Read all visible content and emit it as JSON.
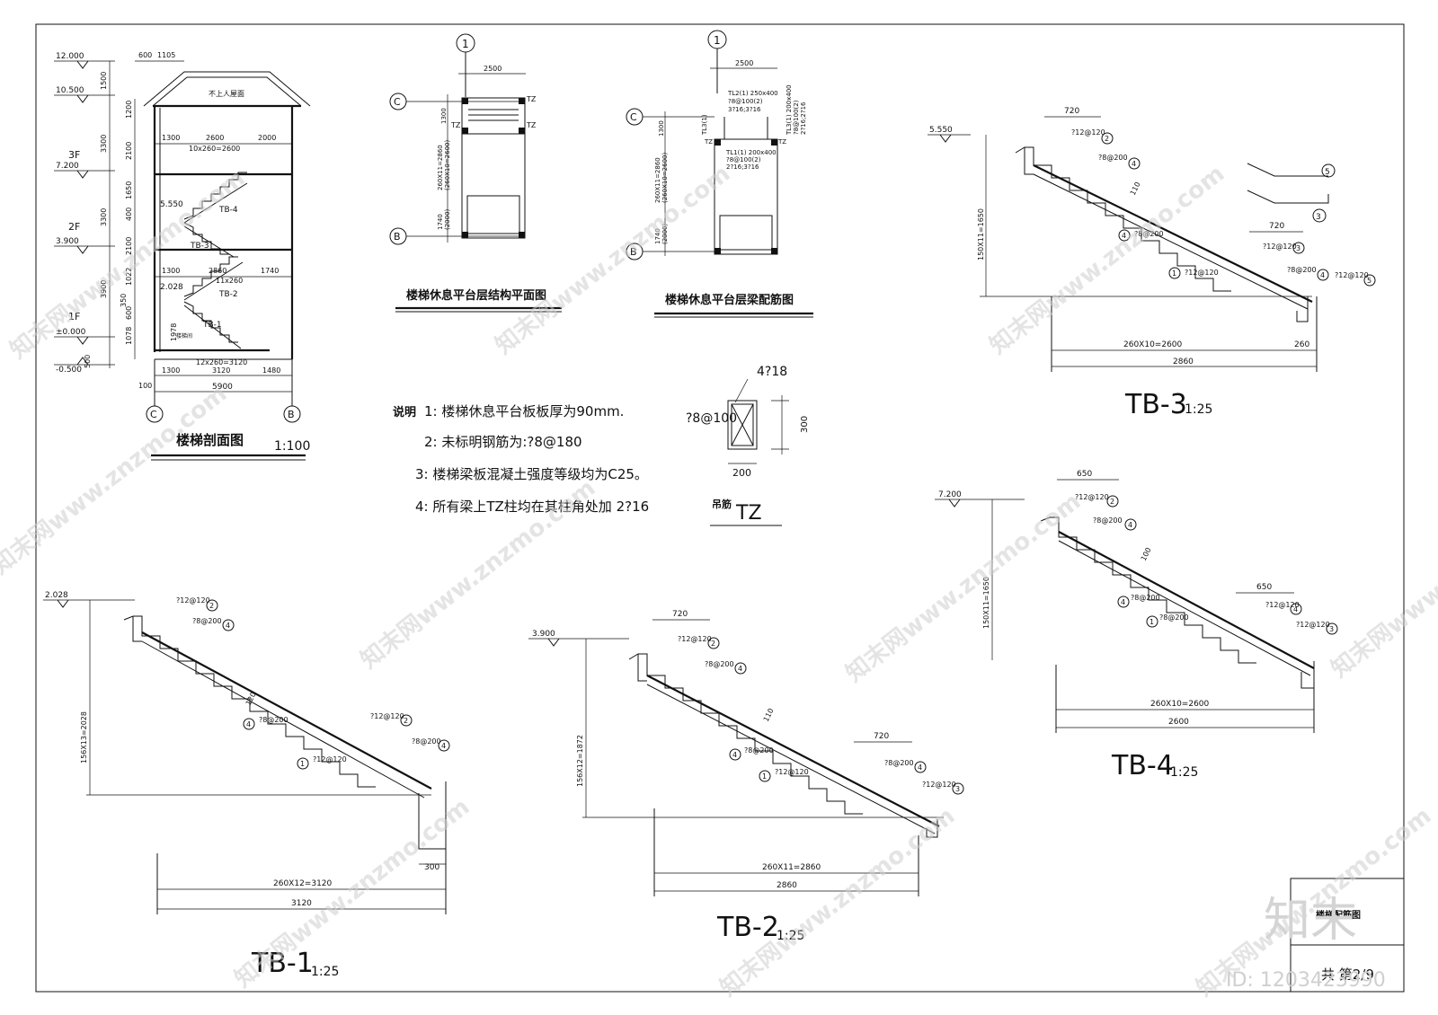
{
  "section": {
    "title": "楼梯剖面图",
    "scale": "1:100",
    "levels": [
      "12.000",
      "10.500",
      "7.200",
      "3.900",
      "5.550",
      "2.028",
      "±0.000",
      "-0.500"
    ],
    "floors": [
      "3F",
      "2F",
      "1F"
    ],
    "roof_label": "不上人屋面",
    "top_dims": [
      "600",
      "1105"
    ],
    "left_dims": [
      "1500",
      "3300",
      "3300",
      "3900",
      "1200",
      "2100",
      "1650",
      "400",
      "2100",
      "1022",
      "350",
      "600",
      "1078",
      "500"
    ],
    "row_dims": [
      [
        "1300",
        "2600",
        "2000"
      ],
      [
        "10x260=2600"
      ],
      [
        "1300",
        "2860",
        "1740"
      ],
      [
        "11x260"
      ],
      [
        "1300",
        "3120",
        "1480"
      ],
      [
        "12x260=3120"
      ]
    ],
    "inner_dim": "1978",
    "bottom_dim": "5900",
    "small_dim": "100",
    "flights": [
      "TB-4",
      "TB-3",
      "TB-2",
      "TB-1"
    ],
    "ground_label": "楼梯间",
    "axes": [
      "C",
      "B"
    ]
  },
  "plan_structure": {
    "title": "楼梯休息平台层结构平面图",
    "axis_top": "1",
    "axis_c": "C",
    "axis_b": "B",
    "width_dim": "2500",
    "tz": "TZ",
    "dims_v": [
      "1300",
      "260X11=2860",
      "(260X10=2600)",
      "1740",
      "(2000)"
    ]
  },
  "plan_beam": {
    "title": "楼梯休息平台层梁配筋图",
    "axis_top": "1",
    "axis_c": "C",
    "axis_b": "B",
    "width_dim": "2500",
    "tz": "TZ",
    "tl2": [
      "TL2(1) 250x400",
      "?8@100(2)",
      "3?16;3?16"
    ],
    "tl3": [
      "TL3(1) 200x400",
      "?8@100(2)",
      "2?16;2?16"
    ],
    "tl3_left": "TL3(1)",
    "tl1": [
      "TL1(1) 200x400",
      "?8@100(2)",
      "2?16;3?16"
    ],
    "dims_v": [
      "1300",
      "260X11=2860",
      "(260X10=2600)",
      "1740",
      "(2000)"
    ]
  },
  "notes": {
    "heading": "说明",
    "items": [
      "1: 楼梯休息平台板板厚为90mm.",
      "2: 未标明钢筋为:?8@180",
      "3: 楼梯梁板混凝土强度等级均为C25。",
      "4: 所有梁上TZ柱均在其柱角处加 2?16"
    ]
  },
  "tz_detail": {
    "top_rebar": "4?18",
    "stirrup": "?8@100",
    "height": "300",
    "width": "200",
    "label": "吊筋",
    "title": "TZ"
  },
  "flights": [
    {
      "id": "TB-1",
      "scale": "1:25",
      "level": "2.028",
      "height_dim": "156X13=2028",
      "thick": "120",
      "span_dim": "260X12=3120",
      "total_dim": "3120",
      "support_dim": "300",
      "rebars": [
        "?12@120",
        "?8@200",
        "?8@200",
        "?12@120",
        "?8@200",
        "?12@120"
      ],
      "marks": [
        "2",
        "4",
        "4",
        "2",
        "4",
        "1"
      ]
    },
    {
      "id": "TB-2",
      "scale": "1:25",
      "level": "3.900",
      "height_dim": "156X12=1872",
      "thick": "110",
      "span_dim": "260X11=2860",
      "total_dim": "2860",
      "top_dim": "720",
      "top_dim2": "720",
      "rebars": [
        "?12@120",
        "?8@200",
        "?8@200",
        "?12@120",
        "?8@200",
        "?12@120"
      ],
      "marks": [
        "2",
        "4",
        "4",
        "1",
        "4",
        "3"
      ]
    },
    {
      "id": "TB-3",
      "scale": "1:25",
      "level": "5.550",
      "height_dim": "150X11=1650",
      "thick": "110",
      "span_dim": "260X10=2600",
      "total_dim": "2860",
      "support_dim": "260",
      "top_dim": "720",
      "top_dim2": "720",
      "rebars": [
        "?12@120",
        "?8@200",
        "?8@200",
        "?12@120",
        "?12@120",
        "?8@200",
        "?12@120"
      ],
      "marks": [
        "2",
        "4",
        "4",
        "3",
        "1",
        "4",
        "5"
      ],
      "extra_marks": [
        "5",
        "3"
      ]
    },
    {
      "id": "TB-4",
      "scale": "1:25",
      "level": "7.200",
      "height_dim": "150X11=1650",
      "thick": "100",
      "span_dim": "260X10=2600",
      "total_dim": "2600",
      "top_dim": "650",
      "top_dim2": "650",
      "rebars": [
        "?12@120",
        "?8@200",
        "?8@200",
        "?12@120",
        "?8@200",
        "?12@120"
      ],
      "marks": [
        "2",
        "4",
        "4",
        "1",
        "4",
        "3"
      ]
    }
  ],
  "title_block": {
    "drawing_name": "楼梯配筋图",
    "sheet": "共 第2/9"
  },
  "watermark": {
    "text": "知末网www.znzmo.com",
    "brand": "知末",
    "id": "ID: 1203423990"
  }
}
